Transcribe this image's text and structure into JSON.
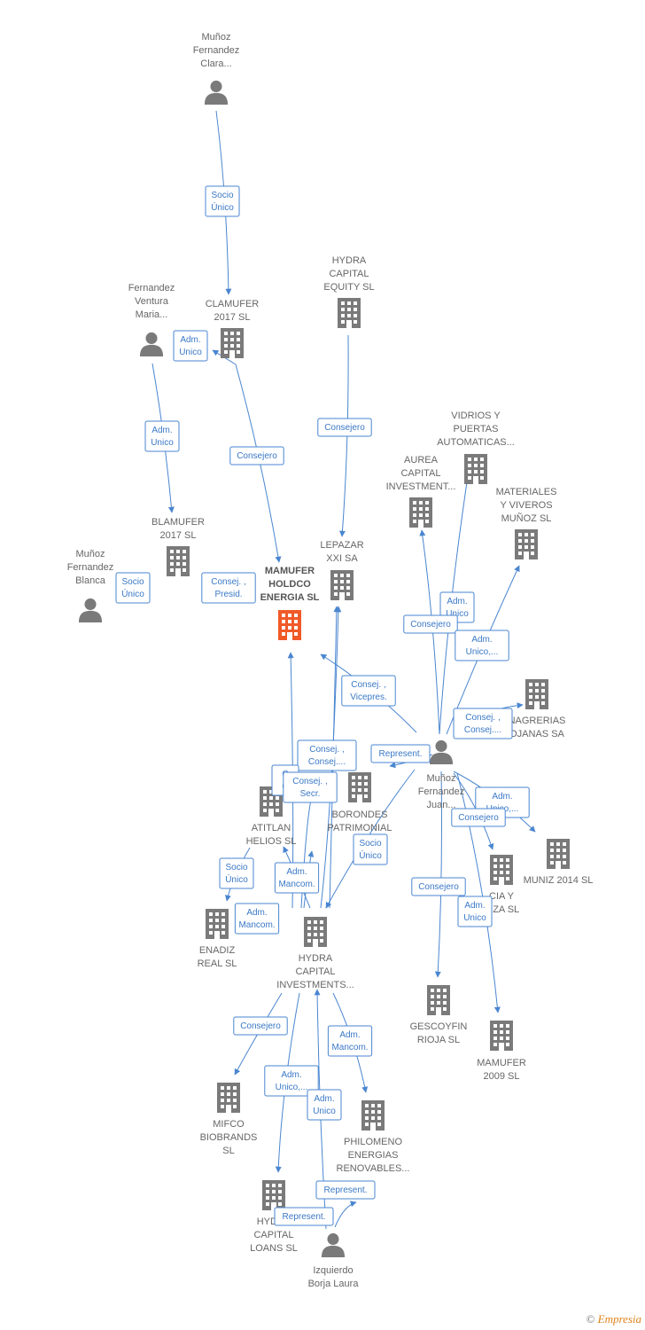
{
  "colors": {
    "edge": "#4a86d0",
    "node": "#7a7a7a",
    "highlight": "#f05a28"
  },
  "nodes": [
    {
      "id": "n1",
      "kind": "person",
      "lines": [
        "Muñoz",
        "Fernandez",
        "Clara..."
      ],
      "icon": "person-icon"
    },
    {
      "id": "n2",
      "kind": "company",
      "lines": [
        "CLAMUFER",
        "2017  SL"
      ],
      "icon": "building-icon"
    },
    {
      "id": "n3",
      "kind": "person",
      "lines": [
        "Fernandez",
        "Ventura",
        "Maria..."
      ],
      "icon": "person-icon"
    },
    {
      "id": "n4",
      "kind": "company",
      "lines": [
        "HYDRA",
        "CAPITAL",
        "EQUITY  SL"
      ],
      "icon": "building-icon"
    },
    {
      "id": "n5",
      "kind": "company",
      "lines": [
        "VIDRIOS Y",
        "PUERTAS",
        "AUTOMATICAS..."
      ],
      "icon": "building-icon"
    },
    {
      "id": "n6",
      "kind": "company",
      "lines": [
        "AUREA",
        "CAPITAL",
        "INVESTMENT..."
      ],
      "icon": "building-icon"
    },
    {
      "id": "n7",
      "kind": "company",
      "lines": [
        "MATERIALES",
        "Y VIVEROS",
        "MUÑOZ  SL"
      ],
      "icon": "building-icon"
    },
    {
      "id": "n8",
      "kind": "company",
      "lines": [
        "BLAMUFER",
        "2017  SL"
      ],
      "icon": "building-icon"
    },
    {
      "id": "n9",
      "kind": "person",
      "lines": [
        "Muñoz",
        "Fernandez",
        "Blanca"
      ],
      "icon": "person-icon"
    },
    {
      "id": "n10",
      "kind": "main",
      "lines": [
        "MAMUFER",
        "HOLDCO",
        "ENERGIA  SL"
      ],
      "icon": "building-icon"
    },
    {
      "id": "n11",
      "kind": "company",
      "lines": [
        "LEPAZAR",
        "XXI SA"
      ],
      "icon": "building-icon"
    },
    {
      "id": "n12",
      "kind": "company",
      "lines": [
        "NAGRERIAS",
        "OJANAS SA"
      ],
      "icon": "building-icon"
    },
    {
      "id": "n13",
      "kind": "person",
      "lines": [
        "Muñoz",
        "Fernandez",
        "Juan..."
      ],
      "icon": "person-icon"
    },
    {
      "id": "n14",
      "kind": "company",
      "lines": [
        "ATITLAN",
        "HELIOS  SL"
      ],
      "icon": "building-icon"
    },
    {
      "id": "n15",
      "kind": "company",
      "lines": [
        "BORONDES",
        "PATRIMONIAL"
      ],
      "icon": "building-icon"
    },
    {
      "id": "n16",
      "kind": "company",
      "lines": [
        "MUNIZ 2014  SL"
      ],
      "icon": "building-icon"
    },
    {
      "id": "n17",
      "kind": "company",
      "lines": [
        "CIA Y",
        "AIZA  SL"
      ],
      "icon": "building-icon"
    },
    {
      "id": "n18",
      "kind": "company",
      "lines": [
        "ENADIZ",
        "REAL  SL"
      ],
      "icon": "building-icon"
    },
    {
      "id": "n19",
      "kind": "company",
      "lines": [
        "HYDRA",
        "CAPITAL",
        "INVESTMENTS..."
      ],
      "icon": "building-icon"
    },
    {
      "id": "n20",
      "kind": "company",
      "lines": [
        "GESCOYFIN",
        "RIOJA  SL"
      ],
      "icon": "building-icon"
    },
    {
      "id": "n21",
      "kind": "company",
      "lines": [
        "MAMUFER",
        "2009 SL"
      ],
      "icon": "building-icon"
    },
    {
      "id": "n22",
      "kind": "company",
      "lines": [
        "MIFCO",
        "BIOBRANDS",
        "SL"
      ],
      "icon": "building-icon"
    },
    {
      "id": "n23",
      "kind": "company",
      "lines": [
        "PHILOMENO",
        "ENERGIAS",
        "RENOVABLES..."
      ],
      "icon": "building-icon"
    },
    {
      "id": "n24",
      "kind": "company",
      "lines": [
        "HYDRA",
        "CAPITAL",
        "LOANS  SL"
      ],
      "icon": "building-icon"
    },
    {
      "id": "n25",
      "kind": "person",
      "lines": [
        "Izquierdo",
        "Borja Laura"
      ],
      "icon": "person-icon"
    }
  ],
  "edges": [
    {
      "id": "e1",
      "lines": [
        "Socio",
        "Único"
      ]
    },
    {
      "id": "e2",
      "lines": [
        "Adm.",
        "Unico"
      ]
    },
    {
      "id": "e3",
      "lines": [
        "Adm.",
        "Unico"
      ]
    },
    {
      "id": "e4",
      "lines": [
        "Consejero"
      ]
    },
    {
      "id": "e5",
      "lines": [
        "Consejero"
      ]
    },
    {
      "id": "e6",
      "lines": [
        "Socio",
        "Único"
      ]
    },
    {
      "id": "e7",
      "lines": [
        "Consej. ,",
        "Presid."
      ]
    },
    {
      "id": "e8",
      "lines": [
        "Adm.",
        "Unico"
      ]
    },
    {
      "id": "e9",
      "lines": [
        "Consejero"
      ]
    },
    {
      "id": "e10",
      "lines": [
        "Adm.",
        "Unico,..."
      ]
    },
    {
      "id": "e11",
      "lines": [
        "Consej. ,",
        "Vicepres."
      ]
    },
    {
      "id": "e12",
      "lines": [
        "Consej. ,",
        "Consej...."
      ]
    },
    {
      "id": "e13",
      "lines": [
        "Represent."
      ]
    },
    {
      "id": "e14",
      "lines": [
        "Consej. ,",
        "Consej...."
      ]
    },
    {
      "id": "e15",
      "lines": [
        "C",
        "C"
      ]
    },
    {
      "id": "e16",
      "lines": [
        "Consej. ,",
        "Secr."
      ]
    },
    {
      "id": "e17",
      "lines": [
        "Adm.",
        "Unico,..."
      ]
    },
    {
      "id": "e18",
      "lines": [
        "Consejero"
      ]
    },
    {
      "id": "e19",
      "lines": [
        "Socio",
        "Único"
      ]
    },
    {
      "id": "e20",
      "lines": [
        "Socio",
        "Único"
      ]
    },
    {
      "id": "e21",
      "lines": [
        "Adm.",
        "Mancom."
      ]
    },
    {
      "id": "e22",
      "lines": [
        "Adm.",
        "Mancom."
      ]
    },
    {
      "id": "e23",
      "lines": [
        "Consejero"
      ]
    },
    {
      "id": "e24",
      "lines": [
        "Adm.",
        "Unico"
      ]
    },
    {
      "id": "e25",
      "lines": [
        "Consejero"
      ]
    },
    {
      "id": "e26",
      "lines": [
        "Adm.",
        "Mancom."
      ]
    },
    {
      "id": "e27",
      "lines": [
        "Adm.",
        "Unico,..."
      ]
    },
    {
      "id": "e28",
      "lines": [
        "Adm.",
        "Unico"
      ]
    },
    {
      "id": "e29",
      "lines": [
        "Represent."
      ]
    },
    {
      "id": "e30",
      "lines": [
        "Represent."
      ]
    }
  ],
  "footer": {
    "copyright": "©",
    "brand": "Empresia"
  }
}
